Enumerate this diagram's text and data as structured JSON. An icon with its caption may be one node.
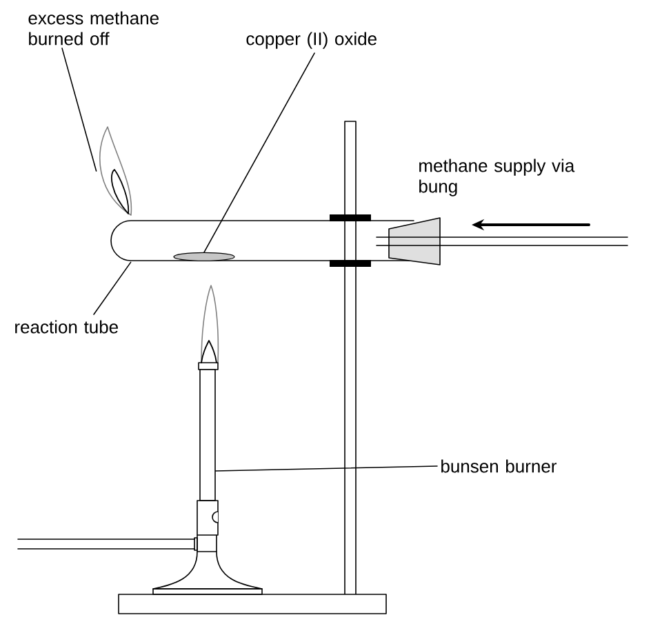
{
  "diagram": {
    "nodes": [
      {
        "text": [
          "excess methane burned off"
        ]
      },
      {
        "text": [],
        "shape": "flame"
      },
      {
        "text": [
          "copper (II) oxide"
        ]
      },
      {
        "text": [],
        "shape": "mound",
        "in": 5
      },
      {
        "text": [
          "reaction tube"
        ]
      },
      {
        "text": [],
        "shape": "tube"
      },
      {
        "text": [
          "methane supply via bung"
        ]
      },
      {
        "text": [
          "bunsen burner"
        ]
      },
      {
        "text": [],
        "shape": "burner"
      }
    ],
    "edges": [
      {
        "from": 0,
        "to": 1,
        "arrow": "none"
      },
      {
        "from": 2,
        "to": 3,
        "arrow": "none"
      },
      {
        "from": 4,
        "to": 5,
        "arrow": "none"
      },
      {
        "from": 7,
        "to": 8,
        "arrow": "none"
      }
    ]
  }
}
